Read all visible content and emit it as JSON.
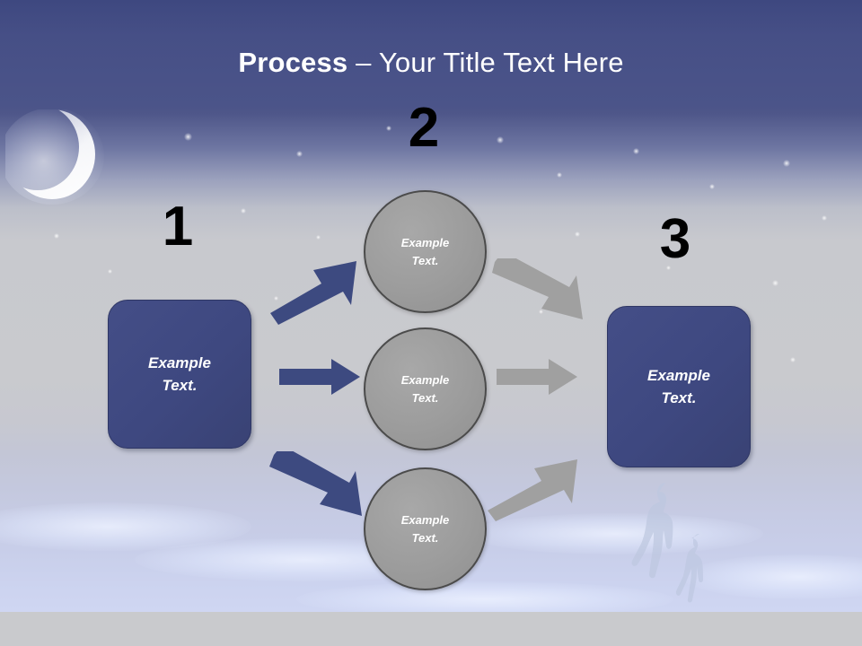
{
  "slide": {
    "title": {
      "bold_part": "Process",
      "rest_part": " – Your Title Text Here",
      "full": "Process – Your Title Text Here"
    },
    "colors": {
      "header_navy": "#4b5489",
      "box_navy": "#3e4880",
      "box_border": "#2f3765",
      "circle_gray": "#9c9c9c",
      "circle_border": "#4b4b4b",
      "arrow_blue": "#3d4a80",
      "arrow_gray": "#a0a0a0",
      "number_black": "#000000",
      "text_white": "#ffffff",
      "bottom_strip": "#c9cacd"
    }
  },
  "steps": [
    {
      "number": "1",
      "name": "step-one"
    },
    {
      "number": "2",
      "name": "step-two"
    },
    {
      "number": "3",
      "name": "step-three"
    }
  ],
  "nodes": {
    "start_box": {
      "line1": "Example",
      "line2": "Text."
    },
    "end_box": {
      "line1": "Example",
      "line2": "Text."
    },
    "circle_top": {
      "line1": "Example",
      "line2": "Text."
    },
    "circle_middle": {
      "line1": "Example",
      "line2": "Text."
    },
    "circle_bottom": {
      "line1": "Example",
      "line2": "Text."
    }
  },
  "arrows": [
    {
      "name": "arrow-start-to-top",
      "direction": "up-right",
      "color": "#3d4a80"
    },
    {
      "name": "arrow-start-to-middle",
      "direction": "right",
      "color": "#3d4a80"
    },
    {
      "name": "arrow-start-to-bottom",
      "direction": "down-right",
      "color": "#3d4a80"
    },
    {
      "name": "arrow-top-to-end",
      "direction": "down-right",
      "color": "#a0a0a0"
    },
    {
      "name": "arrow-middle-to-end",
      "direction": "right",
      "color": "#a0a0a0"
    },
    {
      "name": "arrow-bottom-to-end",
      "direction": "up-right",
      "color": "#a0a0a0"
    }
  ],
  "decor": {
    "moon": "crescent-moon",
    "walkers": "adult-and-child-silhouette",
    "stars": "star-field",
    "clouds": "cloud-band"
  }
}
